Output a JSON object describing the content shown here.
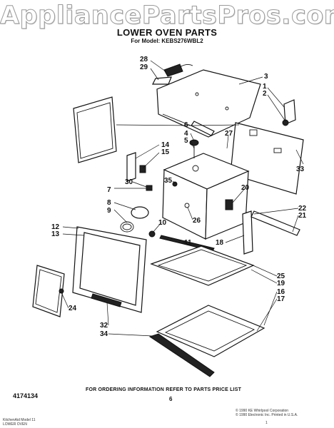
{
  "watermark": "AppliancePartsPros.com",
  "title": "LOWER OVEN PARTS",
  "model_line": "For Model: KEBS276WBL2",
  "callouts": {
    "c28": "28",
    "c29": "29",
    "c3": "3",
    "c1": "1",
    "c2": "2",
    "c6": "6",
    "c4": "4",
    "c5": "5",
    "c27": "27",
    "c14": "14",
    "c15": "15",
    "c33": "33",
    "c30": "30",
    "c35": "35",
    "c20": "20",
    "c7": "7",
    "c8": "8",
    "c9": "9",
    "c26": "26",
    "c22": "22",
    "c21": "21",
    "c12": "12",
    "c13": "13",
    "c10": "10",
    "c18": "18",
    "c11": "11",
    "c25": "25",
    "c19": "19",
    "c16": "16",
    "c17": "17",
    "c24": "24",
    "c32": "32",
    "c34": "34"
  },
  "doc_number": "4174134",
  "order_note": "FOR ORDERING INFORMATION REFER TO PARTS PRICE LIST",
  "page_number": "6",
  "copyright": "© 1990 KE Whirlpool Corporation\n© 1990 Electronic Inc. Printed in U.S.A.",
  "footer_left": "KitchenAid Model 11\nLOWER OVEN",
  "footer_right": "1"
}
